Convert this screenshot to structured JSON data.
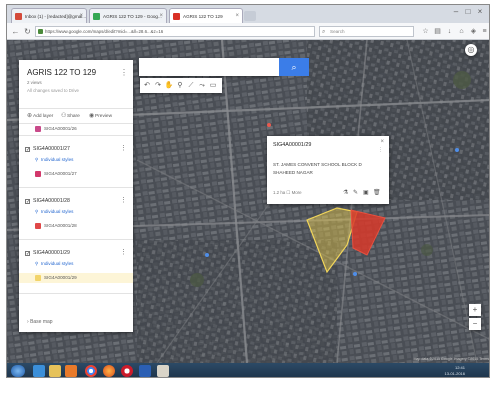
{
  "browser": {
    "tabs": [
      {
        "label": "Inbox (1) - [redacted]@gmai...",
        "favicon": "gmail",
        "color": "#d44a3a"
      },
      {
        "label": "AGRIS 122 TO 129 - Goog...",
        "favicon": "maps",
        "color": "#34a853"
      },
      {
        "label": "AGRIS 122 TO 129",
        "favicon": "mymaps",
        "color": "#d93025"
      }
    ],
    "url": "https://www.google.com/maps/d/edit?mid=...&ll=28.6...&z=16",
    "search_placeholder": "Search",
    "window_controls": [
      "minimize-icon",
      "maximize-icon",
      "close-icon"
    ]
  },
  "panel": {
    "title": "AGRIS 122 TO 129",
    "subtitle": "2 views",
    "saved_note": "All changes saved to Drive",
    "actions": [
      {
        "label": "Add layer",
        "icon": "add-layer-icon"
      },
      {
        "label": "Share",
        "icon": "share-icon"
      },
      {
        "label": "Preview",
        "icon": "preview-icon"
      }
    ],
    "first_item": {
      "label": "SIG4A00001/26",
      "color": "#c94a8a"
    },
    "layers": [
      {
        "name": "SIG4A00001/27",
        "style_label": "Individual styles",
        "item": "SIG4A00001/27",
        "color": "#d2386b"
      },
      {
        "name": "SIG4A00001/28",
        "style_label": "Individual styles",
        "item": "SIG4A00001/28",
        "color": "#e04848"
      },
      {
        "name": "SIG4A00001/29",
        "style_label": "Individual styles",
        "item": "SIG4A00001/29",
        "color": "#f2d46a",
        "selected": true
      }
    ],
    "base_map_label": "Base map"
  },
  "map_search": {
    "button_icon": "search-icon"
  },
  "map_tools": [
    "undo-icon",
    "redo-icon",
    "hand-icon",
    "marker-icon",
    "draw-line-icon",
    "route-icon",
    "ruler-icon"
  ],
  "popup": {
    "title": "SIG4A00001/29",
    "lines": [
      "ST. JAMES CONVENT SCHOOL BLOCK D",
      "SHAHEED NAGAR"
    ],
    "footer": "1.2 ha   ☐ More",
    "icons": [
      "paint-icon",
      "edit-icon",
      "image-icon",
      "delete-icon"
    ]
  },
  "map_controls": {
    "zoom_in": "+",
    "zoom_out": "−",
    "attribution": "Map data ©2015 Google  Imagery ©2015   Terms"
  },
  "colors": {
    "accent": "#3b7de8",
    "poly_yellow": "#e9c94a",
    "poly_red": "#d83a2a"
  },
  "taskbar": {
    "apps": [
      "start-orb-icon",
      "ie-icon",
      "explorer-icon",
      "media-icon",
      "chrome-icon",
      "firefox-icon",
      "opera-icon",
      "word-icon",
      "paint-icon"
    ],
    "tray_time": "12:41",
    "tray_date": "13-01-2016"
  }
}
